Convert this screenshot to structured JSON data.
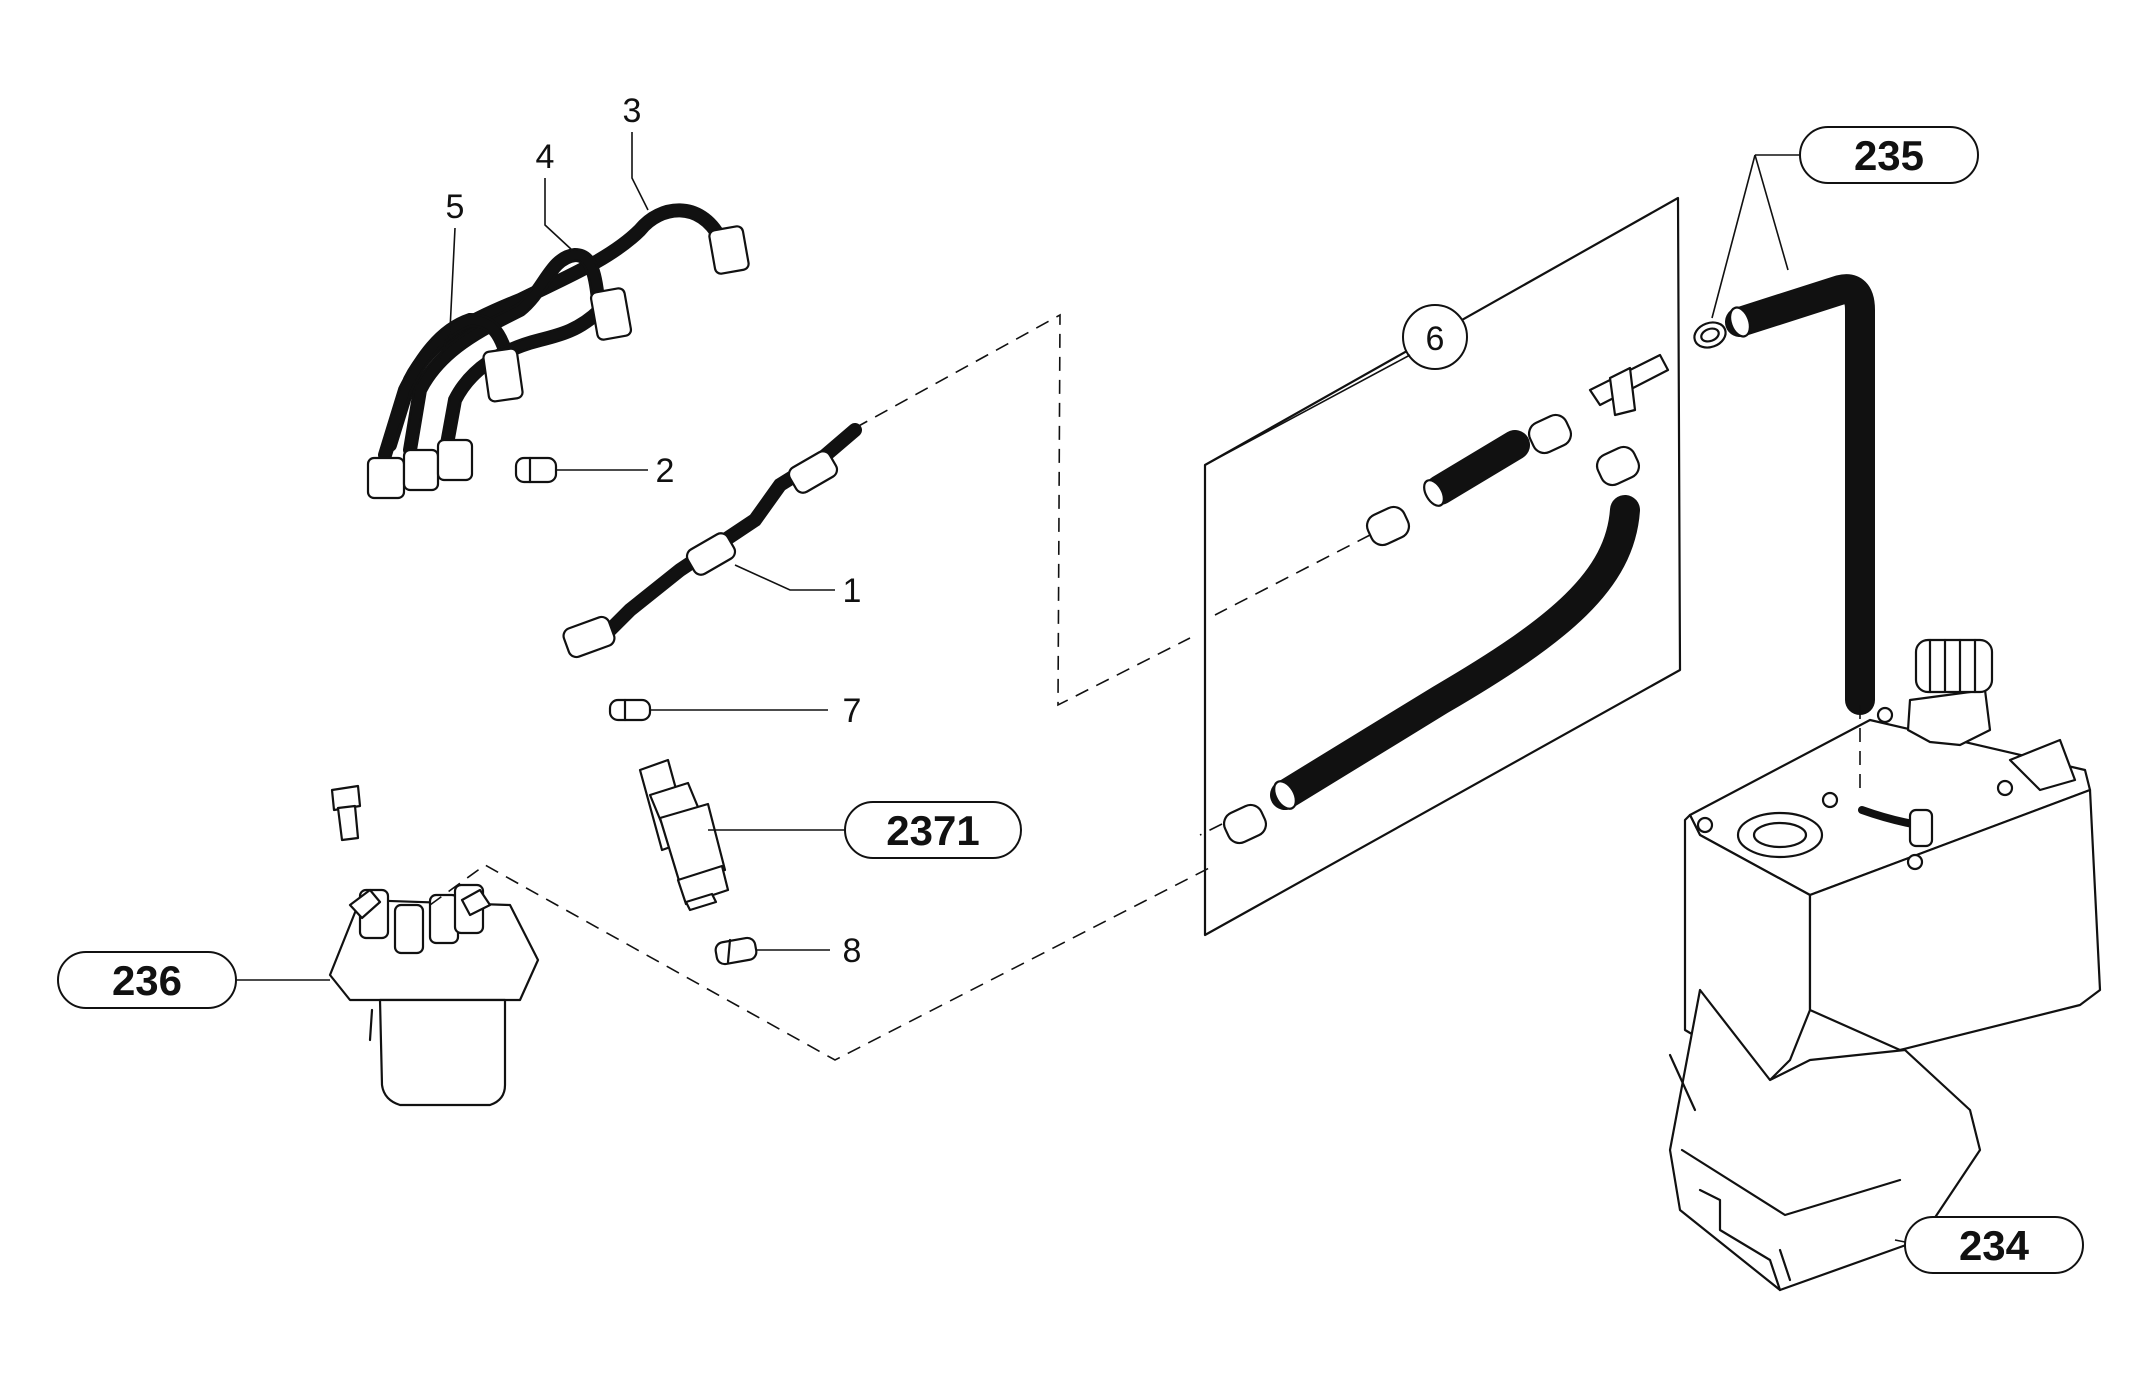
{
  "callouts": {
    "c1": "1",
    "c2": "2",
    "c3": "3",
    "c4": "4",
    "c5": "5",
    "c6": "6",
    "c7": "7",
    "c8": "8",
    "c234": "234",
    "c235": "235",
    "c236": "236",
    "c2371": "2371"
  }
}
